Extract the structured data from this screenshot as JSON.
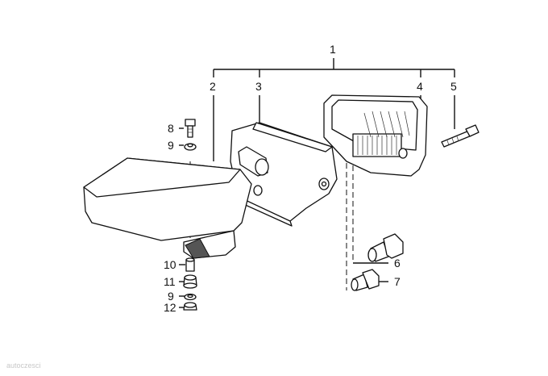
{
  "labels": {
    "l1": "1",
    "l2": "2",
    "l3": "3",
    "l4": "4",
    "l5": "5",
    "l6": "6",
    "l7": "7",
    "l8": "8",
    "l9a": "9",
    "l10": "10",
    "l11": "11",
    "l9b": "9",
    "l12": "12"
  },
  "watermark": "autoczesci"
}
